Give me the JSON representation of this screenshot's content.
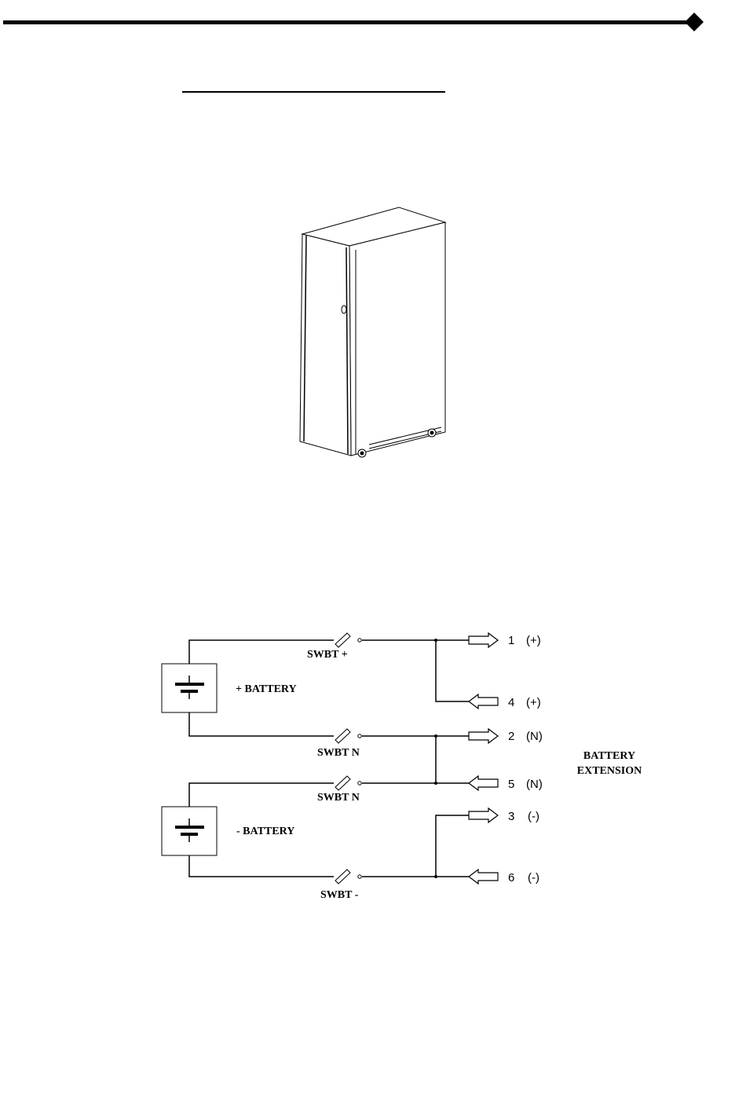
{
  "header": {
    "rule_icon": "diamond-icon"
  },
  "cabinet": {
    "icon": "battery-cabinet-illustration"
  },
  "schematic": {
    "batteries": [
      {
        "label": "+ BATTERY",
        "icon": "battery-cell-icon"
      },
      {
        "label": "- BATTERY",
        "icon": "battery-cell-icon"
      }
    ],
    "switches": [
      {
        "label": "SWBT +"
      },
      {
        "label": "SWBT N"
      },
      {
        "label": "SWBT N"
      },
      {
        "label": "SWBT -"
      }
    ],
    "terminals": [
      {
        "number": "1",
        "polarity": "(+)",
        "direction": "out"
      },
      {
        "number": "4",
        "polarity": "(+)",
        "direction": "in"
      },
      {
        "number": "2",
        "polarity": "(N)",
        "direction": "out"
      },
      {
        "number": "5",
        "polarity": "(N)",
        "direction": "in"
      },
      {
        "number": "3",
        "polarity": "(-)",
        "direction": "out"
      },
      {
        "number": "6",
        "polarity": "(-)",
        "direction": "in"
      }
    ],
    "extension_label": [
      "BATTERY",
      "EXTENSION"
    ]
  }
}
